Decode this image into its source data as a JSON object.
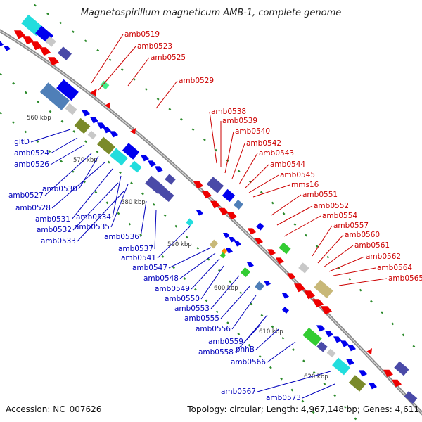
{
  "title": "Magnetospirillum magneticum AMB-1, complete genome",
  "footer": {
    "accession": "Accession: NC_007626",
    "topology": "Topology: circular; Length: 4,967,148 bp; Genes: 4,611"
  },
  "colors": {
    "forward_label": "#cc0000",
    "reverse_label": "#0000bb",
    "backbone": "#8a8a8a",
    "tick": "#2b8a2b",
    "gene_red": "#ee0000",
    "gene_blue": "#0000ee",
    "gene_cyan": "#22dddd",
    "gene_navy": "#4a4aa8",
    "gene_steel": "#4f7fb8",
    "gene_olive": "#7a8a2a",
    "gene_green": "#33cc33",
    "gene_khaki": "#c8b878",
    "gene_grey": "#c8c8c8"
  },
  "kbp_ticks": [
    "560 kbp",
    "570 kbp",
    "580 kbp",
    "590 kbp",
    "600 kbp",
    "610 kbp",
    "620 kbp"
  ],
  "forward_genes": [
    "amb0519",
    "amb0523",
    "amb0525",
    "amb0529",
    "amb0538",
    "amb0539",
    "amb0540",
    "amb0542",
    "amb0543",
    "amb0544",
    "amb0545",
    "mms16",
    "amb0551",
    "amb0552",
    "amb0554",
    "amb0557",
    "amb0560",
    "amb0561",
    "amb0562",
    "amb0564",
    "amb0565"
  ],
  "reverse_genes": [
    "gltD",
    "amb0524",
    "amb0526",
    "amb0527",
    "amb0530",
    "amb0528",
    "amb0531",
    "amb0534",
    "amb0532",
    "amb0535",
    "amb0533",
    "amb0536",
    "amb0537",
    "amb0541",
    "amb0547",
    "amb0548",
    "amb0549",
    "amb0550",
    "amb0553",
    "amb0555",
    "amb0556",
    "amb0559",
    "amb0558",
    "phhB",
    "amb0566",
    "amb0567",
    "amb0573"
  ]
}
